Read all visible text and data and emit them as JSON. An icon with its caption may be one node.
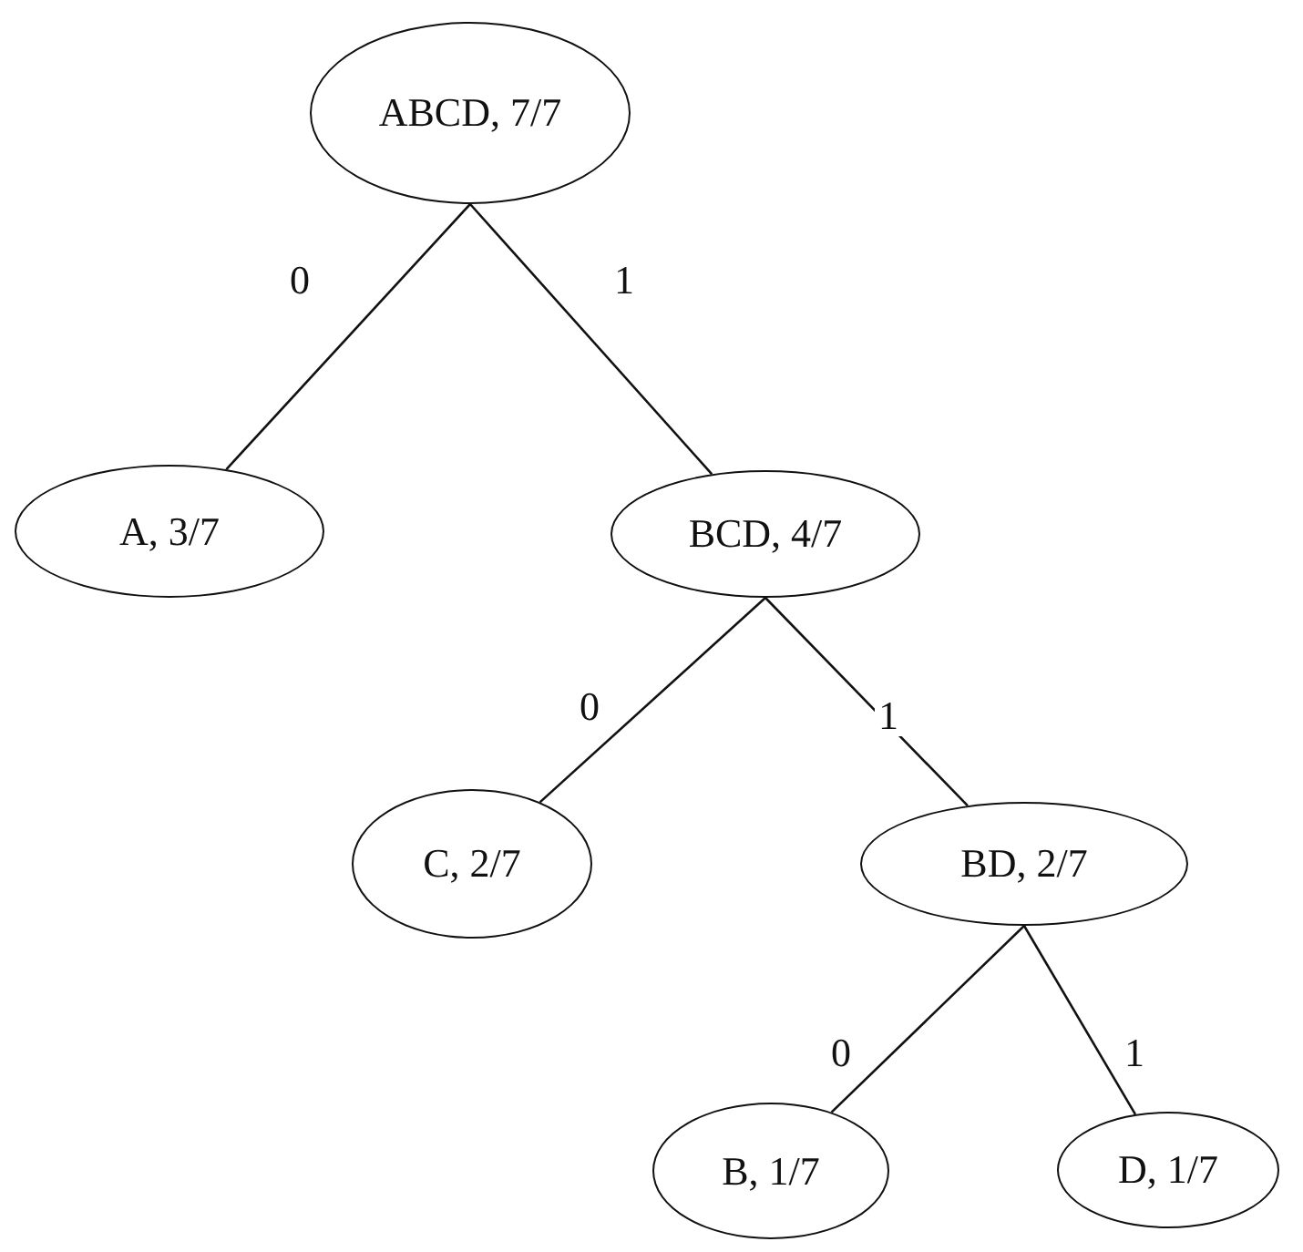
{
  "diagram": {
    "nodes": [
      {
        "text": [
          "ABCD, 7/7"
        ]
      },
      {
        "text": [
          "A, 3/7"
        ]
      },
      {
        "text": [
          "BCD, 4/7"
        ]
      },
      {
        "text": [
          "C, 2/7"
        ]
      },
      {
        "text": [
          "BD, 2/7"
        ]
      },
      {
        "text": [
          "B, 1/7"
        ]
      },
      {
        "text": [
          "D, 1/7"
        ]
      }
    ],
    "edges": [
      {
        "from": 0,
        "to": 1,
        "arrow": "none",
        "label": "0"
      },
      {
        "from": 0,
        "to": 2,
        "arrow": "none",
        "label": "1"
      },
      {
        "from": 2,
        "to": 3,
        "arrow": "none",
        "label": "0"
      },
      {
        "from": 2,
        "to": 4,
        "arrow": "none",
        "label": "1"
      },
      {
        "from": 4,
        "to": 5,
        "arrow": "none",
        "label": "0"
      },
      {
        "from": 4,
        "to": 6,
        "arrow": "none",
        "label": "1"
      }
    ]
  }
}
